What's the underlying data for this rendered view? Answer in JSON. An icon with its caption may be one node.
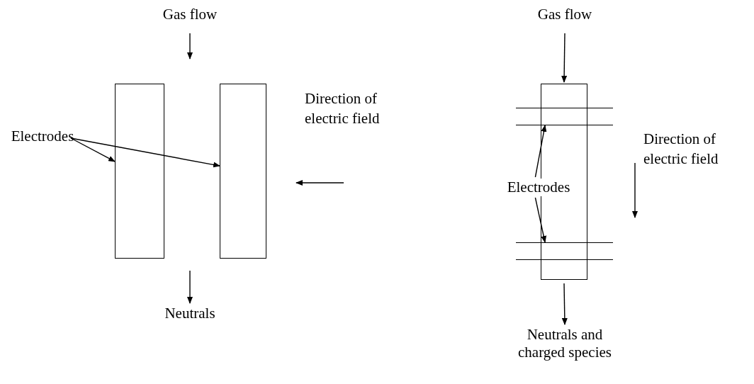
{
  "diagram": {
    "nodes": [
      {
        "text": [
          "Gas flow"
        ]
      },
      {
        "text": [],
        "shape": "box"
      },
      {
        "text": [],
        "shape": "box"
      },
      {
        "text": [
          "Electrodes"
        ]
      },
      {
        "text": [
          "Neutrals"
        ]
      },
      {
        "text": [
          "Gas flow"
        ]
      },
      {
        "text": [],
        "shape": "box"
      },
      {
        "text": [],
        "shape": "bar"
      },
      {
        "text": [],
        "shape": "bar"
      },
      {
        "text": [
          "Electrodes"
        ]
      },
      {
        "text": [
          "Neutrals and charged species"
        ]
      }
    ],
    "edges": [
      {
        "from": 0,
        "to": null,
        "arrow": "to"
      },
      {
        "from": 3,
        "to": 1,
        "arrow": "to"
      },
      {
        "from": 3,
        "to": 2,
        "arrow": "to"
      },
      {
        "from": null,
        "to": 4,
        "arrow": "to"
      },
      {
        "from": 5,
        "to": 6,
        "arrow": "to"
      },
      {
        "from": 6,
        "to": 10,
        "arrow": "to"
      },
      {
        "from": 9,
        "to": 7,
        "arrow": "to"
      },
      {
        "from": 9,
        "to": 8,
        "arrow": "to"
      }
    ],
    "labels": [
      "Direction of electric field",
      "Direction of electric field"
    ]
  }
}
